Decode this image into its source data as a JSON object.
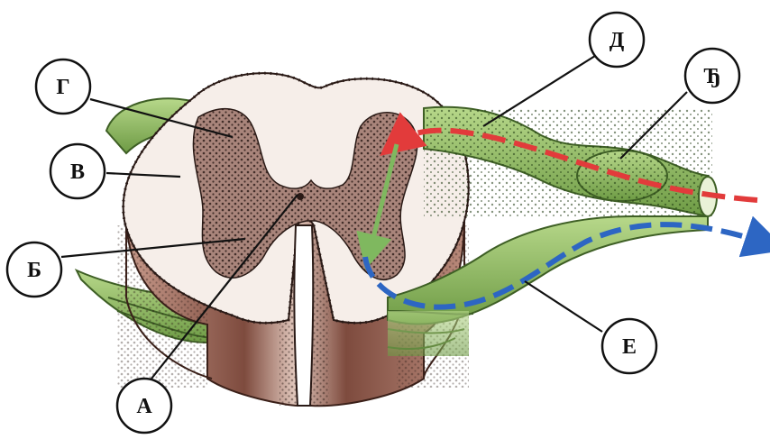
{
  "diagram": {
    "labels": {
      "A": "А",
      "B": "Б",
      "V": "В",
      "G": "Г",
      "D": "Д",
      "Dj": "Ђ",
      "E": "Е"
    },
    "colors": {
      "white_matter": "#f6eee9",
      "gray_matter": "#a9857b",
      "cut_surface": "#9a6b5c",
      "nerve_green": "#9bc56a",
      "nerve_dark": "#5f8b3b",
      "sensory_arrow": "#e23b3b",
      "motor_arrow": "#2d66c3",
      "interneuron_arrow": "#7fb85f"
    }
  }
}
